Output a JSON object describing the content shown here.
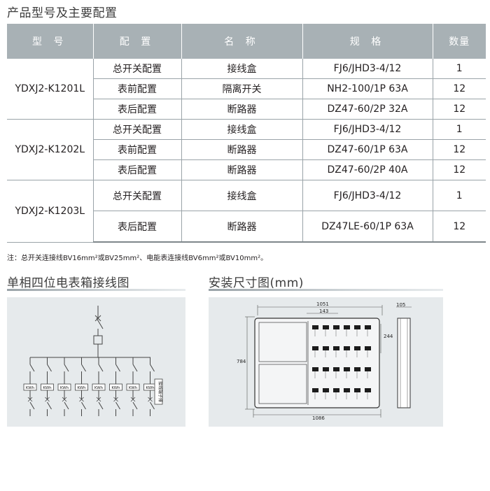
{
  "section1": {
    "title": "产品型号及主要配置"
  },
  "table": {
    "headers": [
      "型 号",
      "配 置",
      "名 称",
      "规 格",
      "数量"
    ],
    "groups": [
      {
        "model": "YDXJ2-K1201L",
        "rows": [
          {
            "config": "总开关配置",
            "name": "接线盒",
            "spec": "FJ6/JHD3-4/12",
            "qty": "1"
          },
          {
            "config": "表前配置",
            "name": "隔离开关",
            "spec": "NH2-100/1P 63A",
            "qty": "12"
          },
          {
            "config": "表后配置",
            "name": "断路器",
            "spec": "DZ47-60/2P 32A",
            "qty": "12"
          }
        ]
      },
      {
        "model": "YDXJ2-K1202L",
        "rows": [
          {
            "config": "总开关配置",
            "name": "接线盒",
            "spec": "FJ6/JHD3-4/12",
            "qty": "1"
          },
          {
            "config": "表前配置",
            "name": "断路器",
            "spec": "DZ47-60/1P 63A",
            "qty": "12"
          },
          {
            "config": "表后配置",
            "name": "断路器",
            "spec": "DZ47-60/2P 40A",
            "qty": "12"
          }
        ]
      },
      {
        "model": "YDXJ2-K1203L",
        "rows": [
          {
            "config": "总开关配置",
            "name": "接线盒",
            "spec": "FJ6/JHD3-4/12",
            "qty": "1"
          },
          {
            "config": "表后配置",
            "name": "断路器",
            "spec": "DZ47LE-60/1P 63A",
            "qty": "12"
          }
        ]
      }
    ]
  },
  "note": "注：总开关连接线BV16mm²或BV25mm²、电能表连接线BV6mm²或BV10mm²。",
  "section2": {
    "title": "单相四位电表箱接线图"
  },
  "section3": {
    "title": "安装尺寸图(mm)"
  },
  "wiring": {
    "meter_label": "KWh",
    "terminal_label": "接线端子排"
  },
  "dimensions": {
    "width_top": "1051",
    "inner": "143",
    "depth": "105",
    "side": "244",
    "height": "784",
    "width_bottom": "1086"
  }
}
